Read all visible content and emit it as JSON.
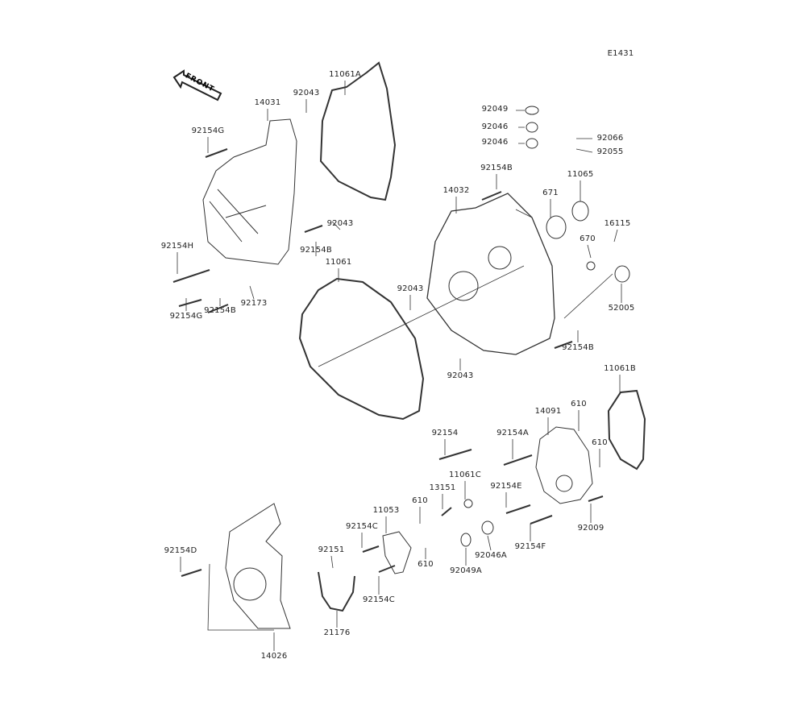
{
  "diagram_code": "E1431",
  "front_marker": "FRONT",
  "labels": [
    "11061A",
    "14031",
    "92043",
    "92154G",
    "92049",
    "92046",
    "92046",
    "92066",
    "92055",
    "92154B",
    "11065",
    "14032",
    "671",
    "16115",
    "92043",
    "92154B",
    "92154H",
    "11061",
    "670",
    "52005",
    "92043",
    "92154G",
    "92154B",
    "92173",
    "92154B",
    "92043",
    "11061B",
    "610",
    "14091",
    "610",
    "92154",
    "92154A",
    "11061C",
    "92154E",
    "13151",
    "610",
    "11053",
    "92154C",
    "92009",
    "92154F",
    "92151",
    "92046A",
    "610",
    "92049A",
    "92154D",
    "92154C",
    "21176",
    "14026"
  ]
}
